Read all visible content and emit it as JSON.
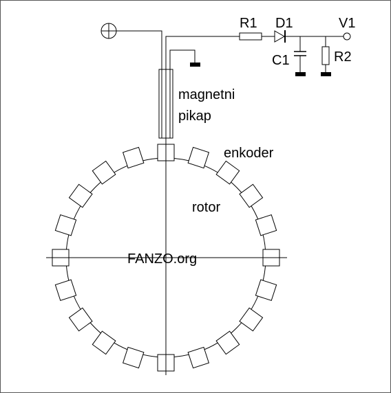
{
  "labels": {
    "r1": "R1",
    "d1": "D1",
    "v1": "V1",
    "c1": "C1",
    "r2": "R2",
    "magnetni": "magnetni",
    "pikap": "pikap",
    "enkoder": "enkoder",
    "rotor": "rotor",
    "watermark": "FANZO.org"
  },
  "encoder": {
    "tooth_count": 20
  },
  "symbols": {
    "supply": "plus-terminal-icon",
    "ground": "ground-icon",
    "output": "output-terminal-icon"
  }
}
